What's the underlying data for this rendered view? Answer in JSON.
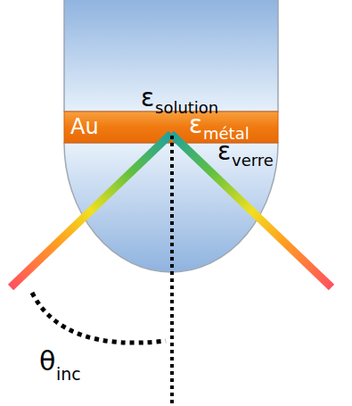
{
  "diagram": {
    "nodes": [
      {
        "text": [
          "ε",
          "solution"
        ]
      },
      {
        "text": [
          "Au",
          "ε",
          "métal"
        ]
      },
      {
        "text": [
          "ε",
          "verre"
        ]
      }
    ],
    "labels": [
      "θ",
      "inc"
    ]
  }
}
